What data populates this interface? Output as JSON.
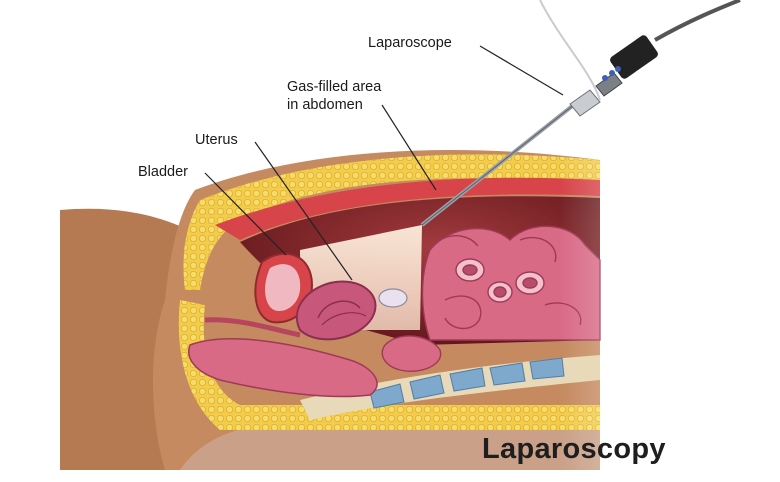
{
  "diagram": {
    "title": "Laparoscopy",
    "labels": {
      "laparoscope": "Laparoscope",
      "gas_line1": "Gas-filled area",
      "gas_line2": "in abdomen",
      "uterus": "Uterus",
      "bladder": "Bladder"
    }
  },
  "colors": {
    "skin": "#b57a52",
    "fat": "#f0c948",
    "muscle": "#d7444a",
    "cavity": "#7a1f24",
    "intestine": "#d96a86",
    "uterus": "#c7587c",
    "spine": "#7fa9cc"
  },
  "icons": [
    "laparoscope-icon"
  ]
}
